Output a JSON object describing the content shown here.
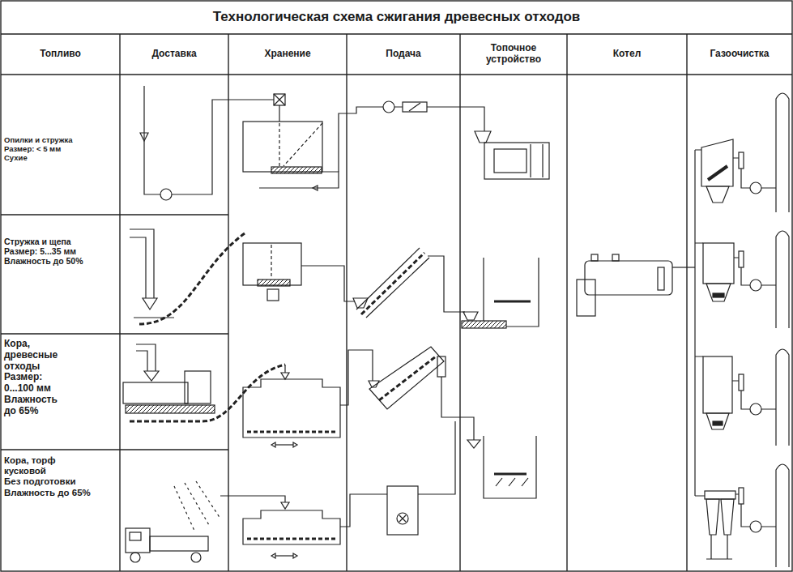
{
  "diagram": {
    "title": "Технологическая схема сжигания древесных отходов",
    "labels": [
      "Топливо",
      "Доставка",
      "Хранение",
      "Подача",
      "Топочное устройство",
      "Котел",
      "Газоочистка",
      "Опилки и стружка",
      "Размер: < 5 мм",
      "Сухие",
      "Стружка и щепа",
      "Размер: 5...35 мм",
      "Влажность до 50%",
      "Кора, древесные отходы",
      "Размер: 0...100 мм",
      "Влажность до 65%",
      "Кора, торф кусковой",
      "Без подготовки",
      "Влажность до 65%"
    ]
  }
}
